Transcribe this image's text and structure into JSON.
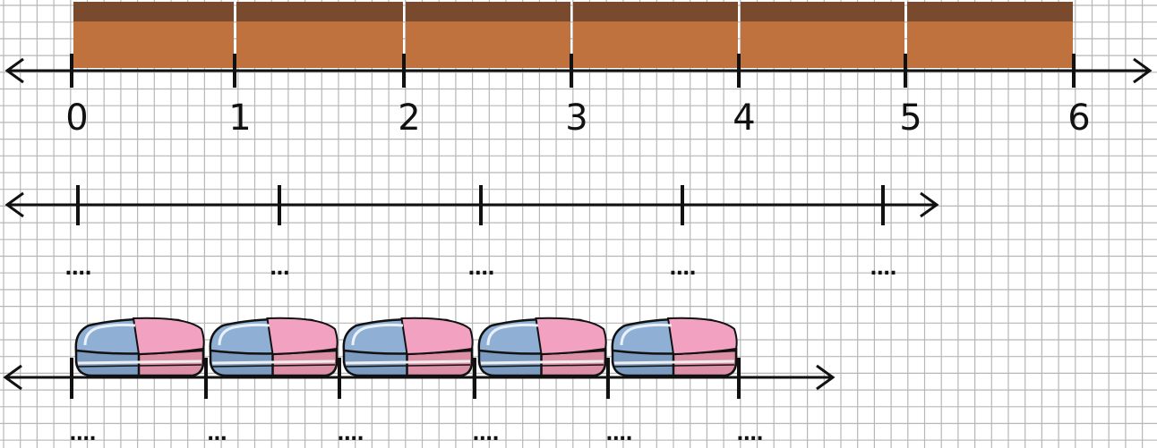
{
  "number_line_1": {
    "labels": [
      "0",
      "1",
      "2",
      "3",
      "4",
      "5",
      "6"
    ],
    "bar_colors": {
      "top": "#7a4a2e",
      "body": "#bf713e"
    }
  },
  "number_line_2": {
    "blanks": [
      "....",
      "...",
      "....",
      "....",
      "...."
    ]
  },
  "number_line_3": {
    "object": "eraser-icon",
    "blanks": [
      "....",
      "...",
      "....",
      "....",
      "....",
      "...."
    ],
    "eraser_colors": {
      "blue": "#7b9cc0",
      "pink": "#f2a2c0"
    }
  },
  "grid": {
    "color": "#b7b7b7"
  }
}
